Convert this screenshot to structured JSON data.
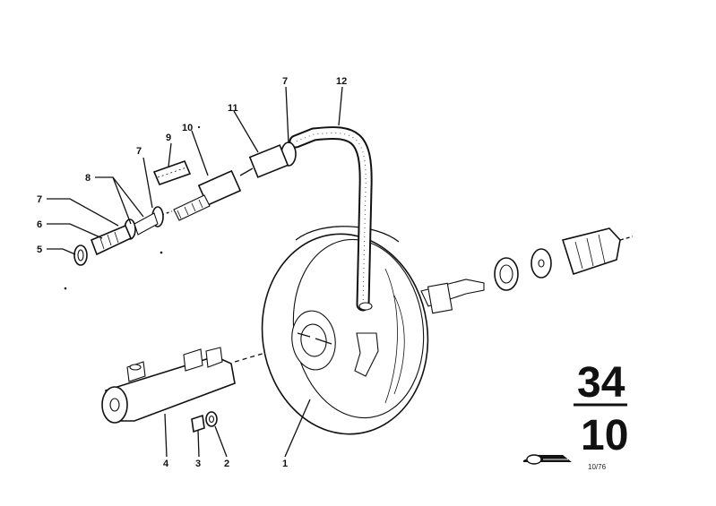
{
  "callouts": {
    "c1": "1",
    "c2": "2",
    "c3": "3",
    "c4": "4",
    "c5": "5",
    "c6": "6",
    "c7a": "7",
    "c7b": "7",
    "c7c": "7",
    "c8": "8",
    "c9": "9",
    "c10": "10",
    "c11": "11",
    "c12": "12"
  },
  "group_number": {
    "main": "34",
    "sub": "10"
  },
  "date_code": "10/76",
  "icons": [
    "bmw-car-logo-icon"
  ]
}
